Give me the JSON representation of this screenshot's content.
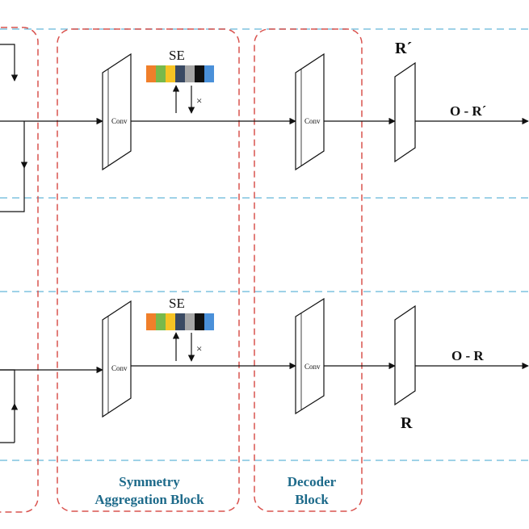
{
  "blocks": {
    "symmetry": {
      "line1": "Symmetry",
      "line2": "Aggregation Block"
    },
    "decoder": {
      "line1": "Decoder",
      "line2": "Block"
    }
  },
  "conv_label": "Conv",
  "se_label": "SE",
  "multiply_symbol": "×",
  "top_row": {
    "mask_label": "R´",
    "output_label": "O - R´"
  },
  "bottom_row": {
    "mask_label": "R",
    "output_label": "O - R"
  },
  "se_colors": [
    "#f07f2a",
    "#78b94b",
    "#f6c324",
    "#3a4a63",
    "#a6a6a6",
    "#111111",
    "#4a90d9"
  ],
  "colors": {
    "dashed_blue": "#7fc3df",
    "dashed_red": "#d9534f",
    "label_teal": "#1d6a8a"
  }
}
